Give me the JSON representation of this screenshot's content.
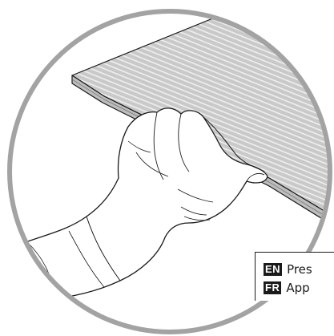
{
  "languages": [
    {
      "code": "EN",
      "text": "Pres"
    },
    {
      "code": "FR",
      "text": "App"
    }
  ],
  "colors": {
    "ring": "#a3a3a3",
    "board_fill": "#c9c9c9",
    "stripe": "#efefef",
    "line": "#1a1a1a",
    "badge_bg": "#1a1a1a"
  },
  "icons": [
    "hand-illustration",
    "board-illustration"
  ]
}
